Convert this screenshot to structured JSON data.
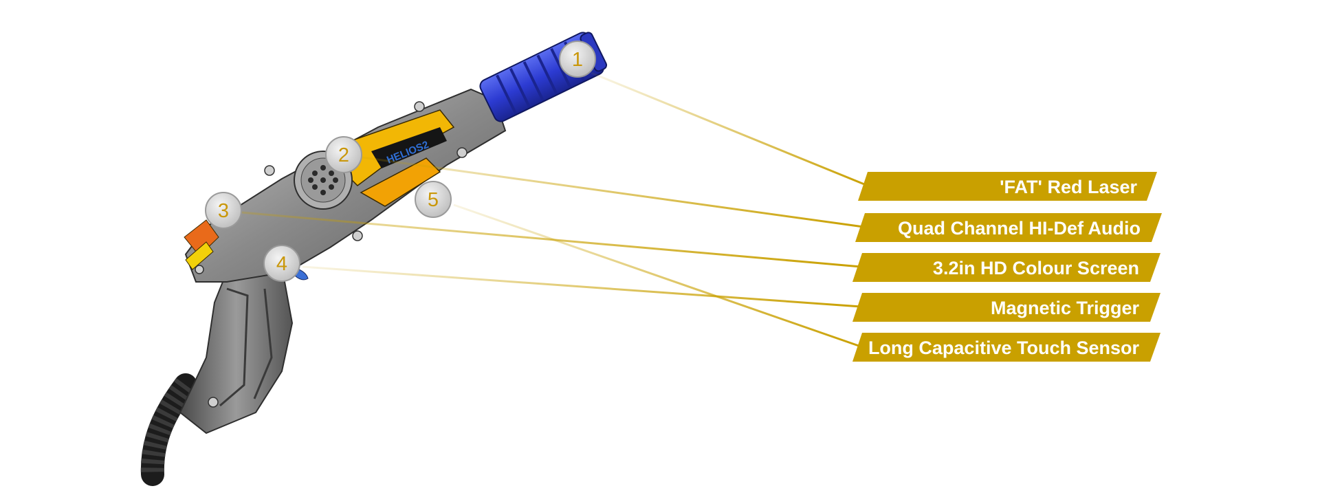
{
  "colors": {
    "gold": "#c9a000",
    "gold_text": "#c9970a",
    "marker_face": "#d6d6d6",
    "barrel_blue": "#2f3fd6",
    "body_grey": "#8c8c8c",
    "accent_yellow": "#f2b705",
    "accent_orange": "#e96a1a"
  },
  "device": {
    "name_on_body": "HELIOS2"
  },
  "callouts": [
    {
      "number": "1",
      "label": "'FAT' Red Laser"
    },
    {
      "number": "2",
      "label": "Quad Channel HI-Def Audio"
    },
    {
      "number": "3",
      "label": "3.2in HD Colour Screen"
    },
    {
      "number": "4",
      "label": "Magnetic Trigger"
    },
    {
      "number": "5",
      "label": "Long Capacitive Touch Sensor"
    }
  ]
}
